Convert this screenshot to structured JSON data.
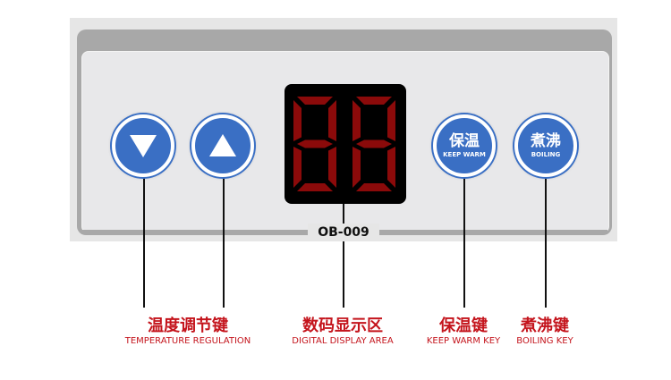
{
  "panel": {
    "model": "OB-009"
  },
  "buttons": [
    {
      "name": "temp-down",
      "icon": "triangle-down-icon"
    },
    {
      "name": "temp-up",
      "icon": "triangle-up-icon"
    },
    {
      "name": "keep-warm",
      "cn": "保温",
      "en": "KEEP WARM"
    },
    {
      "name": "boiling",
      "cn": "煮沸",
      "en": "BOILING"
    }
  ],
  "display": {
    "digits": "88",
    "segment_color": "#8b0a0a"
  },
  "labels": [
    {
      "cn": "温度调节键",
      "en": "TEMPERATURE REGULATION"
    },
    {
      "cn": "数码显示区",
      "en": "DIGITAL DISPLAY AREA"
    },
    {
      "cn": "保温键",
      "en": "KEEP WARM KEY"
    },
    {
      "cn": "煮沸键",
      "en": "BOILING KEY"
    }
  ],
  "colors": {
    "button_blue": "#3a6fc4",
    "label_red": "#c4141c"
  }
}
